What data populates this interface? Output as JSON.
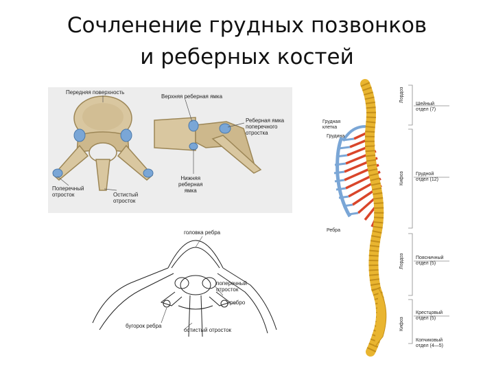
{
  "slide": {
    "title_line1": "Сочленение грудных позвонков",
    "title_line2": "и реберных костей"
  },
  "vertebra_figure": {
    "labels": {
      "anterior_surface": "Передняя поверхность",
      "upper_costal_fovea": "Верхняя реберная ямка",
      "transverse_fovea": "Реберная ямка\nпоперечного\nотростка",
      "lower_costal_fovea": "Нижняя\nреберная\nямка",
      "transverse_process": "Поперечный\nотросток",
      "spinous_process": "Остистый\nотросток"
    }
  },
  "line_drawing": {
    "labels": {
      "rib_head": "головка ребра",
      "transverse_process": "поперечный\nотросток",
      "rib": "ребро",
      "rib_tubercle": "бугорок ребра",
      "spinous_process": "остистый отросток"
    }
  },
  "spine_figure": {
    "labels": {
      "chest": "Грудная\nклетка",
      "sternum": "Грудина",
      "ribs": "Ребра",
      "cervical": "Шейный\nотдел (7)",
      "thoracic": "Грудной\nотдел (12)",
      "lumbar": "Поясничный\nотдел (5)",
      "sacral": "Крестцовый\nотдел (5)",
      "coccygeal": "Копчиковый\nотдел (4—5)",
      "lordosis_top": "Лордоз",
      "kyphosis_mid": "Кифоз",
      "lordosis_low": "Лордоз",
      "kyphosis_low": "Кифоз"
    }
  },
  "colors": {
    "bone": "#d9c7a0",
    "bone_shadow": "#b69e6e",
    "spine": "#e9b530",
    "cartilage": "#7aa6d6",
    "rib_red": "#d9452a",
    "panel_bg": "#ededed"
  }
}
